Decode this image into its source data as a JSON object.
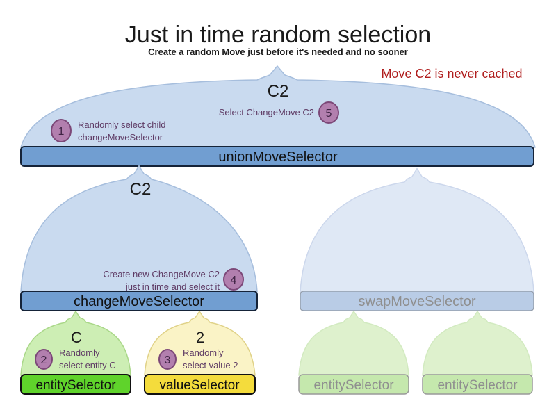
{
  "title": "Just in time random selection",
  "subtitle": "Create a random Move just before it's needed and no sooner",
  "note": "Move C2 is never cached",
  "selectors": {
    "union": {
      "label": "unionMoveSelector",
      "output": "C2"
    },
    "change": {
      "label": "changeMoveSelector",
      "output": "C2"
    },
    "swap": {
      "label": "swapMoveSelector"
    },
    "entity": {
      "label": "entitySelector",
      "output": "C"
    },
    "value": {
      "label": "valueSelector",
      "output": "2"
    },
    "faded_entity_left": {
      "label": "entitySelector"
    },
    "faded_entity_right": {
      "label": "entitySelector"
    }
  },
  "steps": [
    {
      "num": "1",
      "lines": [
        "Randomly select child",
        "changeMoveSelector"
      ]
    },
    {
      "num": "2",
      "lines": [
        "Randomly",
        "select entity C"
      ]
    },
    {
      "num": "3",
      "lines": [
        "Randomly",
        "select value 2"
      ]
    },
    {
      "num": "4",
      "lines": [
        "Create new ChangeMove C2",
        "just in time and select it"
      ]
    },
    {
      "num": "5",
      "lines": [
        "Select ChangeMove C2"
      ]
    }
  ],
  "colors": {
    "dome_blue": "#c9daef",
    "dome_faded_blue": "#dfe8f5",
    "dome_green": "#cdeeb4",
    "dome_yellow": "#faf3c6",
    "dome_faded_green": "#def1cd",
    "bar_blue": "#719ed1",
    "bar_faded_blue": "#b9cce6",
    "bar_green": "#5fd32b",
    "bar_yellow": "#f4dc3c",
    "bar_faded_green": "#c5e8ad",
    "step_circle": "#b27fae",
    "note_red": "#b01e1e"
  }
}
